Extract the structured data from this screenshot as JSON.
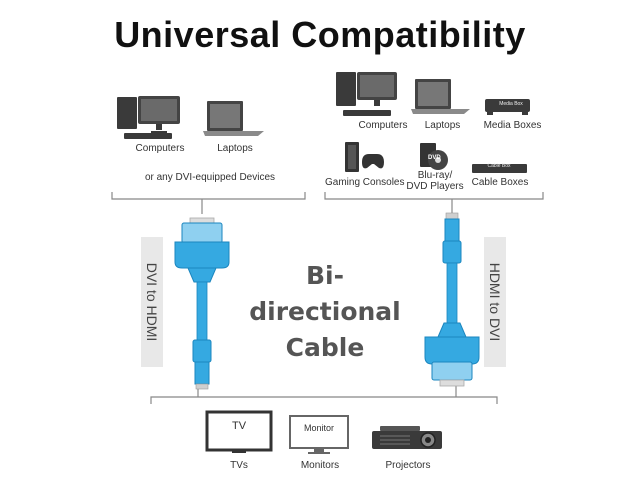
{
  "title": "Universal Compatibility",
  "left_group": {
    "devices": [
      {
        "label": "Computers",
        "icon": "desktop-computer-icon"
      },
      {
        "label": "Laptops",
        "icon": "laptop-icon"
      }
    ],
    "note": "or any DVI-equipped Devices"
  },
  "right_group": {
    "devices": [
      {
        "label": "Computers",
        "icon": "desktop-computer-icon"
      },
      {
        "label": "Laptops",
        "icon": "laptop-icon"
      },
      {
        "label": "Media Boxes",
        "icon": "media-box-icon",
        "badge": "Media Box"
      },
      {
        "label": "Gaming Consoles",
        "icon": "game-console-icon"
      },
      {
        "label": "Blu-ray/",
        "label2": "DVD Players",
        "icon": "bluray-player-icon"
      },
      {
        "label": "Cable Boxes",
        "icon": "cable-box-icon",
        "badge": "Cable Box"
      }
    ]
  },
  "center": {
    "line1": "Bi-directional",
    "line2": "Cable"
  },
  "side_labels": {
    "left": "DVI to HDMI",
    "right": "HDMI to DVI"
  },
  "bottom_group": {
    "devices": [
      {
        "label": "TVs",
        "icon": "tv-icon",
        "screen": "TV"
      },
      {
        "label": "Monitors",
        "icon": "monitor-icon",
        "screen": "Monitor"
      },
      {
        "label": "Projectors",
        "icon": "projector-icon"
      }
    ]
  },
  "colors": {
    "cable": "#35a9e1",
    "cable_dark": "#1b86bf",
    "device": "#3a3a3a",
    "bracket": "#888888"
  }
}
